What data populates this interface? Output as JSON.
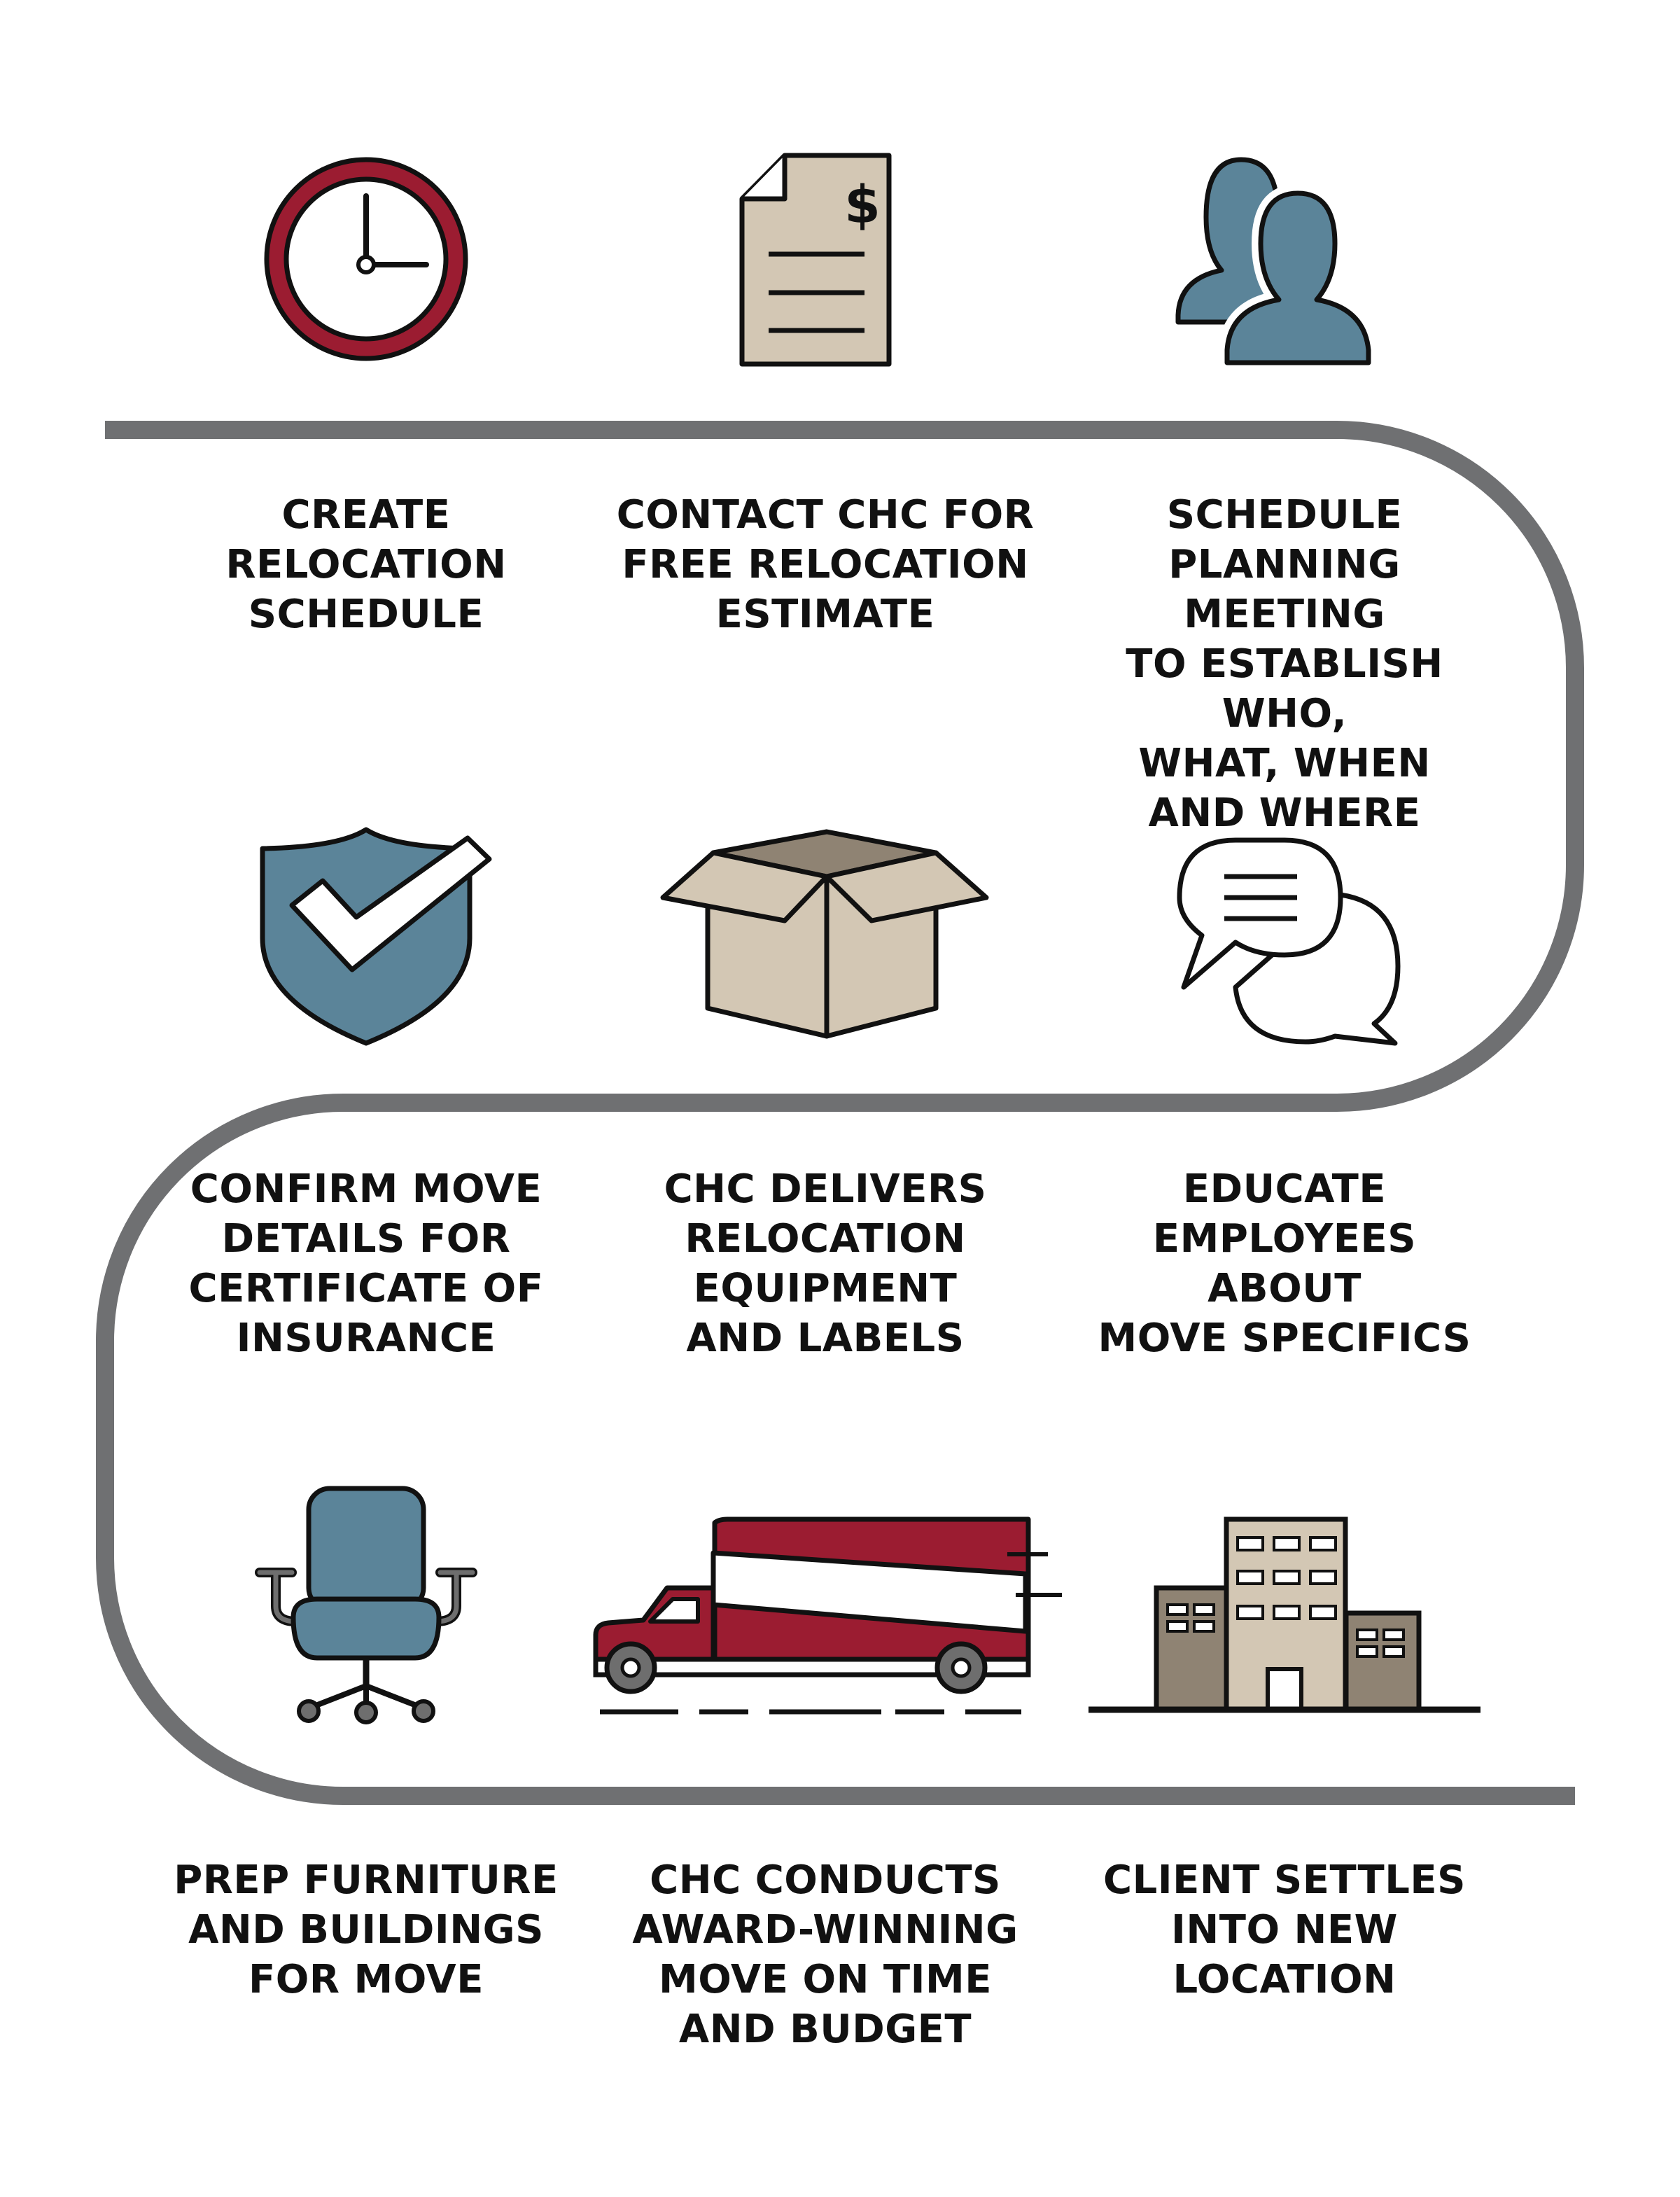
{
  "colors": {
    "path": "#6f7072",
    "maroon": "#9b1c31",
    "blue": "#5b8499",
    "tan": "#d3c7b4",
    "dark_taupe": "#8f8373",
    "outline": "#111111"
  },
  "steps": [
    {
      "icon": "clock-icon",
      "label": "CREATE\nRELOCATION\nSCHEDULE"
    },
    {
      "icon": "invoice-document-icon",
      "label": "CONTACT CHC FOR\nFREE RELOCATION\nESTIMATE"
    },
    {
      "icon": "people-icon",
      "label": "SCHEDULE\nPLANNING MEETING\nTO ESTABLISH WHO,\nWHAT, WHEN\nAND WHERE"
    },
    {
      "icon": "shield-check-icon",
      "label": "CONFIRM MOVE\nDETAILS FOR\nCERTIFICATE OF\nINSURANCE"
    },
    {
      "icon": "open-box-icon",
      "label": "CHC DELIVERS\nRELOCATION\nEQUIPMENT\nAND LABELS"
    },
    {
      "icon": "chat-bubbles-icon",
      "label": "EDUCATE\nEMPLOYEES ABOUT\nMOVE SPECIFICS"
    },
    {
      "icon": "office-chair-icon",
      "label": "PREP FURNITURE\nAND BUILDINGS\nFOR MOVE"
    },
    {
      "icon": "moving-truck-icon",
      "label": "CHC CONDUCTS\nAWARD-WINNING\nMOVE ON TIME\nAND BUDGET"
    },
    {
      "icon": "buildings-icon",
      "label": "CLIENT SETTLES\nINTO NEW\nLOCATION"
    }
  ]
}
